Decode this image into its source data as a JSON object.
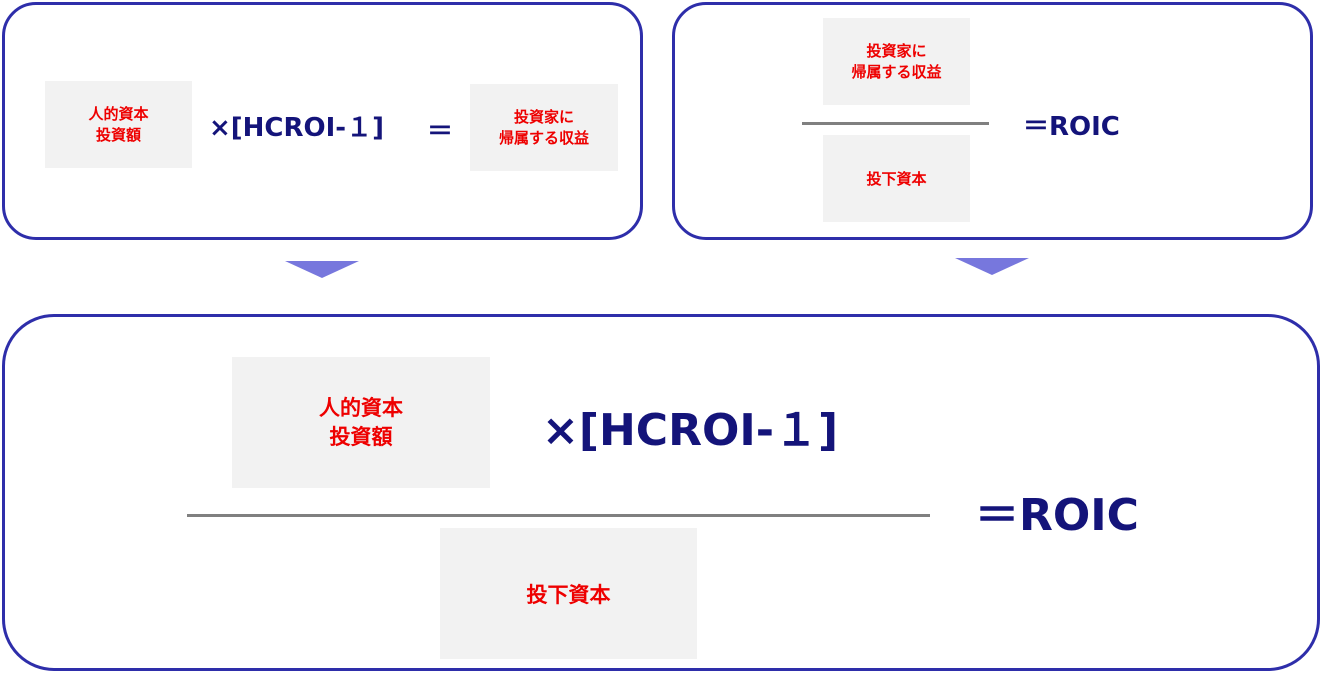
{
  "colors": {
    "panel_border": "#2e2eaa",
    "box_fill": "#f2f2f2",
    "term_text": "#ee0000",
    "operator_text": "#14147a",
    "rule": "#808080",
    "arrow": "#7777dd"
  },
  "top_left_formula": {
    "human_capital_investment": "人的資本\n投資額",
    "multiplier": "×[HCROI-１]",
    "equals": "＝",
    "investor_return": "投資家に\n帰属する収益"
  },
  "top_right_formula": {
    "numerator": "投資家に\n帰属する収益",
    "denominator": "投下資本",
    "result": "＝ROIC"
  },
  "combined_formula": {
    "human_capital_investment": "人的資本\n投資額",
    "multiplier": "×[HCROI-１]",
    "denominator": "投下資本",
    "result": "＝ROIC"
  },
  "arrows": [
    "down-arrow",
    "down-arrow"
  ]
}
